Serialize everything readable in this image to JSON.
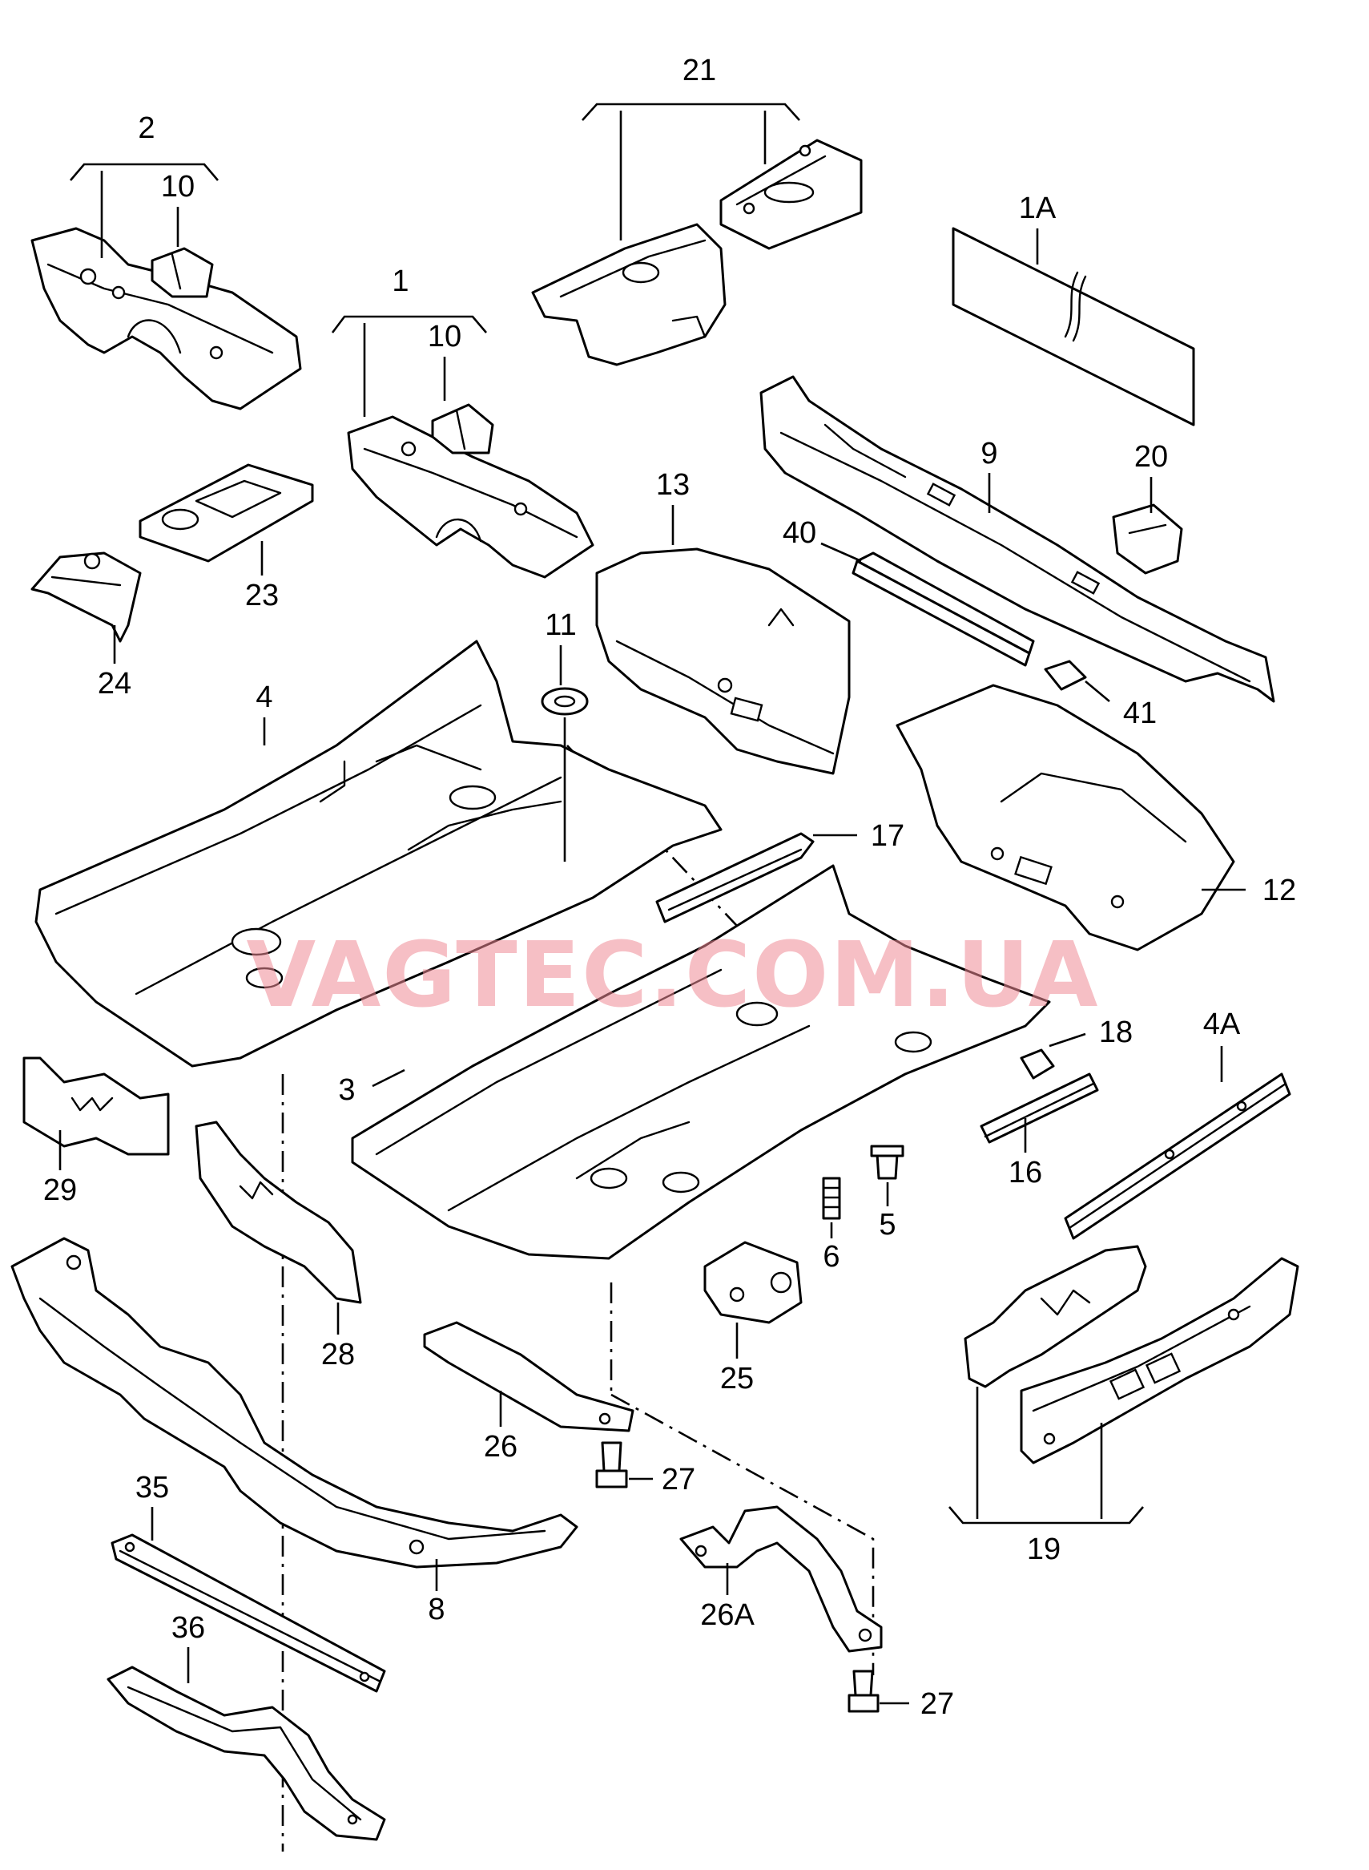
{
  "watermark": "VAGTEC.COM.UA",
  "callouts": [
    "1",
    "1A",
    "2",
    "3",
    "4",
    "4A",
    "5",
    "6",
    "8",
    "9",
    "10",
    "10",
    "11",
    "12",
    "13",
    "16",
    "17",
    "18",
    "19",
    "20",
    "21",
    "23",
    "24",
    "25",
    "26",
    "26A",
    "27",
    "27",
    "28",
    "29",
    "35",
    "36",
    "40",
    "41"
  ]
}
